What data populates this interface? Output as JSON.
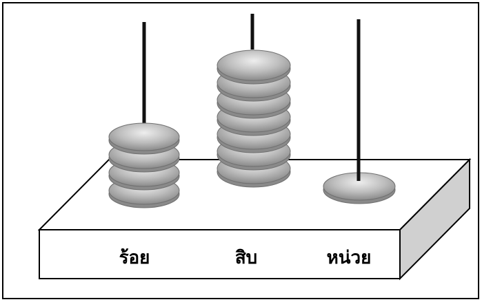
{
  "diagram": {
    "labels": {
      "hundreds": "ร้อย",
      "tens": "สิบ",
      "ones": "หน่วย"
    },
    "counts": {
      "hundreds": 4,
      "tens": 7,
      "ones": 1
    },
    "colors": {
      "bead_fill_light": "#eeeeee",
      "bead_fill_mid": "#bdbdbd",
      "bead_fill_dark": "#8a8a8a",
      "bead_outline": "#6f6f6f",
      "base_side": "#d0d0d0",
      "rod": "#111111",
      "stroke": "#000000"
    }
  }
}
